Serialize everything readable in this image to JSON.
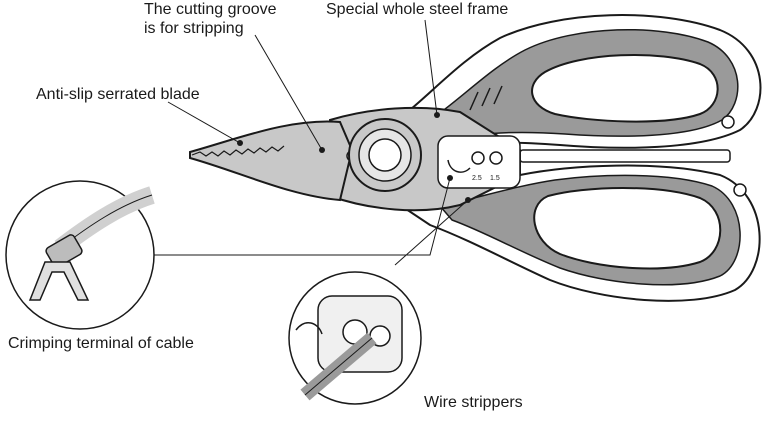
{
  "labels": {
    "cutting_groove_line1": "The cutting groove",
    "cutting_groove_line2": "is for stripping",
    "steel_frame": "Special whole steel frame",
    "serrated_blade": "Anti-slip serrated blade",
    "crimping_terminal": "Crimping terminal of cable",
    "wire_strippers": "Wire strippers"
  },
  "stripper_markings": [
    "2.5",
    "1.5"
  ],
  "colors": {
    "line": "#1a1a1a",
    "grip_gray": "#9a9a9a",
    "frame_gray": "#c8c8c8",
    "background": "#ffffff"
  }
}
